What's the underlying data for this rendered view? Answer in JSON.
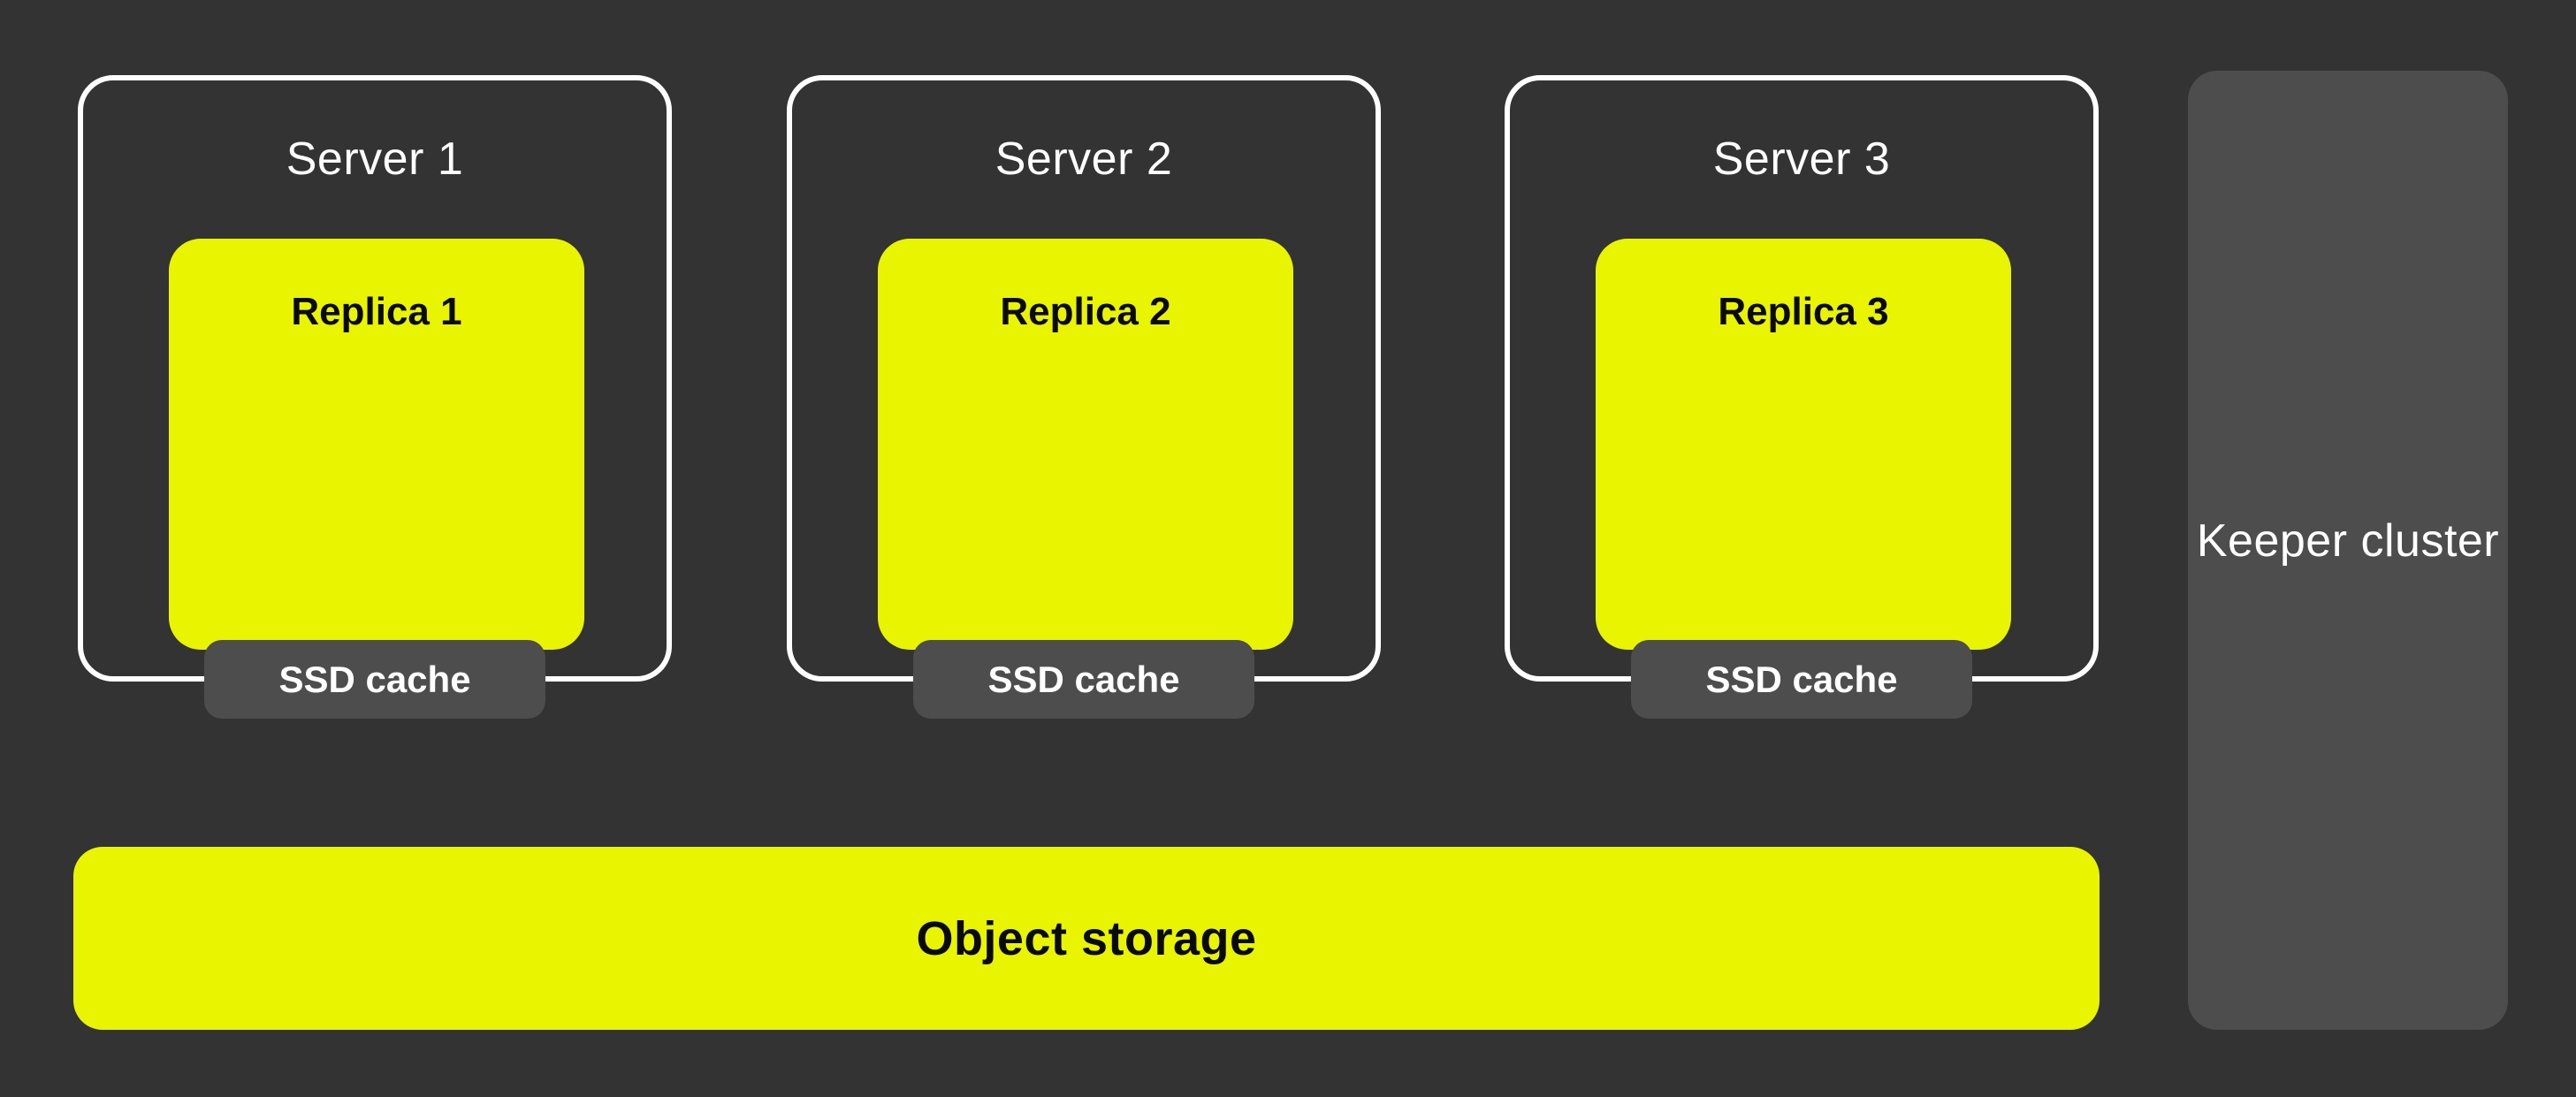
{
  "colors": {
    "background": "#333333",
    "accent_yellow": "#E9F500",
    "panel_gray": "#4D4D4D",
    "border_white": "#FFFFFF",
    "text_dark": "#0A0A0A",
    "text_light": "#FFFFFF"
  },
  "servers": [
    {
      "label": "Server 1",
      "replica_label": "Replica 1",
      "cache_label": "SSD cache"
    },
    {
      "label": "Server 2",
      "replica_label": "Replica 2",
      "cache_label": "SSD cache"
    },
    {
      "label": "Server 3",
      "replica_label": "Replica 3",
      "cache_label": "SSD cache"
    }
  ],
  "object_storage": {
    "label": "Object storage"
  },
  "keeper": {
    "label": "Keeper cluster"
  }
}
